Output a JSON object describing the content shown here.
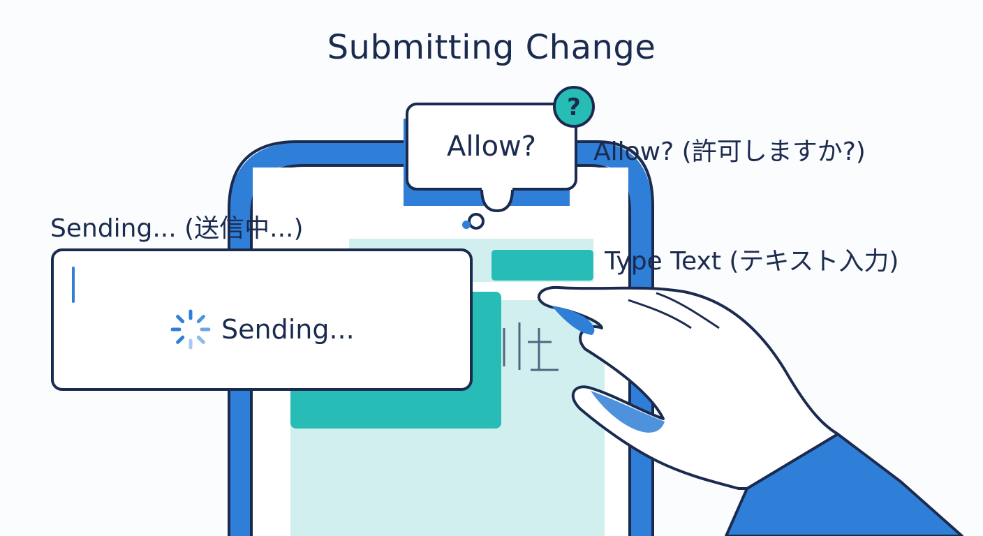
{
  "header": {
    "title": "Submitting Change"
  },
  "permission_prompt": {
    "bubble_text": "Allow?",
    "callout": "Allow? (許可しますか?)",
    "badge_icon": "question-icon"
  },
  "sending_dialog": {
    "callout": "Sending... (送信中...)",
    "status_text": "Sending...",
    "spinner_icon": "spinner-icon"
  },
  "input_action": {
    "callout": "Type Text (テキスト入力)"
  },
  "colors": {
    "accent_blue": "#2f7fd8",
    "teal": "#27bdb6",
    "pale_teal": "#d2efef",
    "ink": "#1b2b4f"
  }
}
